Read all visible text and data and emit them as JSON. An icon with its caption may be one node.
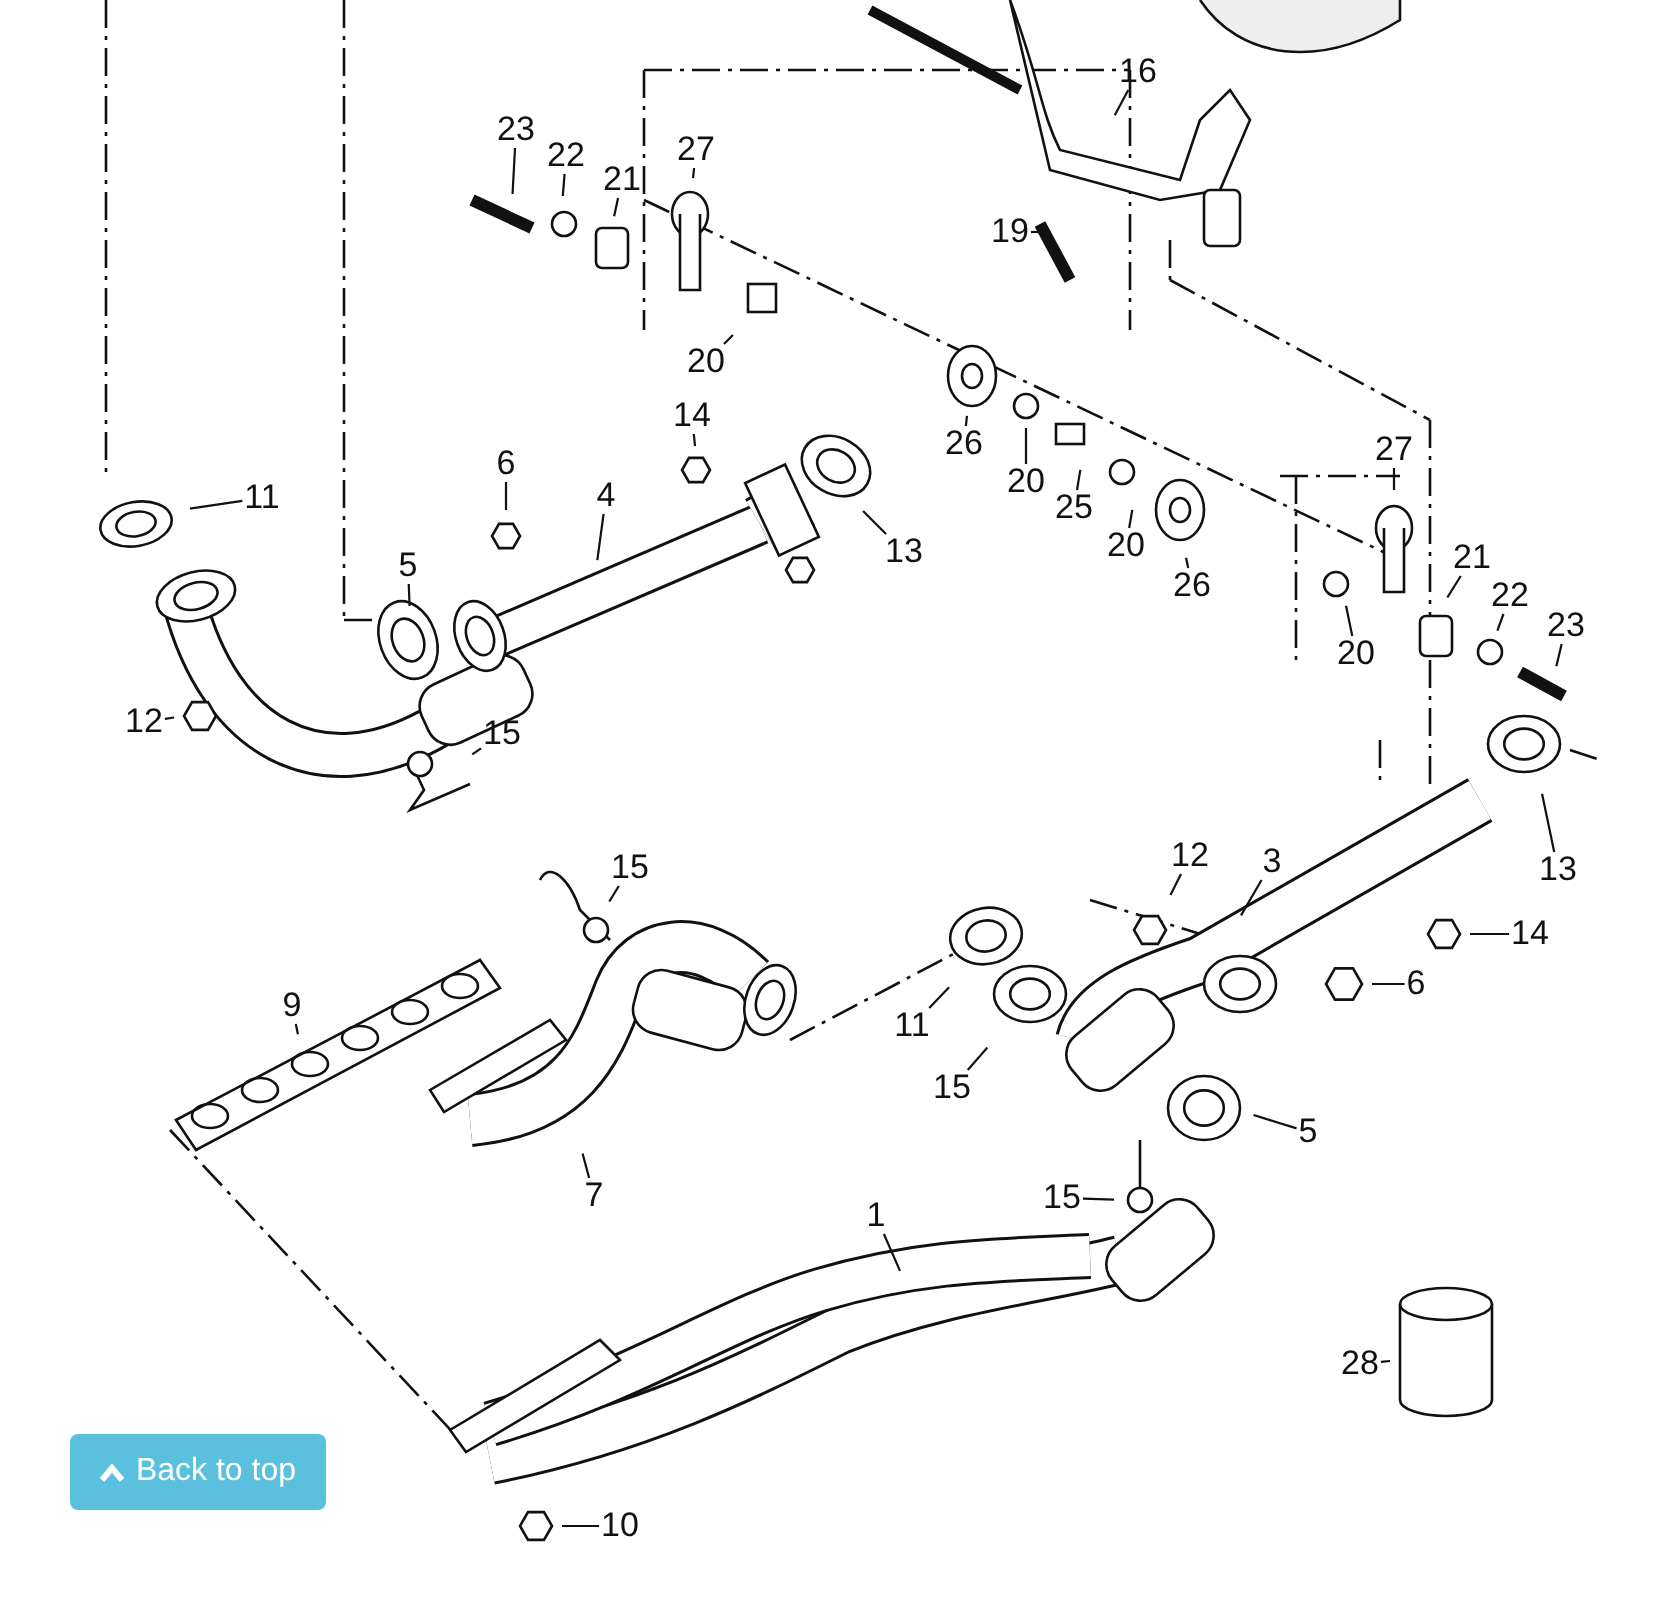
{
  "diagram": {
    "nodes": [
      {
        "text": [
          "23"
        ]
      },
      {
        "text": [
          "22"
        ]
      },
      {
        "text": [
          "21"
        ]
      },
      {
        "text": [
          "27"
        ]
      },
      {
        "text": [
          "16"
        ]
      },
      {
        "text": [
          "19"
        ]
      },
      {
        "text": [
          "20"
        ]
      },
      {
        "text": [
          "14"
        ]
      },
      {
        "text": [
          "6"
        ]
      },
      {
        "text": [
          "4"
        ]
      },
      {
        "text": [
          "5"
        ]
      },
      {
        "text": [
          "11"
        ]
      },
      {
        "text": [
          "13"
        ]
      },
      {
        "text": [
          "26"
        ]
      },
      {
        "text": [
          "20"
        ]
      },
      {
        "text": [
          "25"
        ]
      },
      {
        "text": [
          "20"
        ]
      },
      {
        "text": [
          "26"
        ]
      },
      {
        "text": [
          "27"
        ]
      },
      {
        "text": [
          "21"
        ]
      },
      {
        "text": [
          "22"
        ]
      },
      {
        "text": [
          "23"
        ]
      },
      {
        "text": [
          "20"
        ]
      },
      {
        "text": [
          "12"
        ]
      },
      {
        "text": [
          "15"
        ]
      },
      {
        "text": [
          "3"
        ]
      },
      {
        "text": [
          "13"
        ]
      },
      {
        "text": [
          "12"
        ]
      },
      {
        "text": [
          "14"
        ]
      },
      {
        "text": [
          "6"
        ]
      },
      {
        "text": [
          "11"
        ]
      },
      {
        "text": [
          "15"
        ]
      },
      {
        "text": [
          "5"
        ]
      },
      {
        "text": [
          "15"
        ]
      },
      {
        "text": [
          "9"
        ]
      },
      {
        "text": [
          "7"
        ]
      },
      {
        "text": [
          "1"
        ]
      },
      {
        "text": [
          "15"
        ]
      },
      {
        "text": [
          "28"
        ]
      },
      {
        "text": [
          "10"
        ]
      }
    ],
    "edges": [
      {
        "from": 0,
        "to": null,
        "arrow": "none"
      },
      {
        "from": 1,
        "to": null,
        "arrow": "none"
      },
      {
        "from": 2,
        "to": null,
        "arrow": "none"
      },
      {
        "from": 3,
        "to": null,
        "arrow": "none"
      },
      {
        "from": 4,
        "to": null,
        "arrow": "none"
      },
      {
        "from": 5,
        "to": null,
        "arrow": "none"
      },
      {
        "from": 6,
        "to": null,
        "arrow": "none"
      },
      {
        "from": 7,
        "to": null,
        "arrow": "none"
      },
      {
        "from": 8,
        "to": null,
        "arrow": "none"
      },
      {
        "from": 9,
        "to": null,
        "arrow": "none"
      },
      {
        "from": 10,
        "to": null,
        "arrow": "none"
      },
      {
        "from": 11,
        "to": null,
        "arrow": "none"
      },
      {
        "from": 12,
        "to": null,
        "arrow": "none"
      },
      {
        "from": 13,
        "to": null,
        "arrow": "none"
      },
      {
        "from": 14,
        "to": null,
        "arrow": "none"
      },
      {
        "from": 15,
        "to": null,
        "arrow": "none"
      },
      {
        "from": 16,
        "to": null,
        "arrow": "none"
      },
      {
        "from": 17,
        "to": null,
        "arrow": "none"
      },
      {
        "from": 18,
        "to": null,
        "arrow": "none"
      },
      {
        "from": 19,
        "to": null,
        "arrow": "none"
      },
      {
        "from": 20,
        "to": null,
        "arrow": "none"
      },
      {
        "from": 21,
        "to": null,
        "arrow": "none"
      },
      {
        "from": 22,
        "to": null,
        "arrow": "none"
      },
      {
        "from": 23,
        "to": null,
        "arrow": "none"
      },
      {
        "from": 24,
        "to": null,
        "arrow": "none"
      },
      {
        "from": 25,
        "to": null,
        "arrow": "none"
      },
      {
        "from": 26,
        "to": null,
        "arrow": "none"
      },
      {
        "from": 27,
        "to": null,
        "arrow": "none"
      },
      {
        "from": 28,
        "to": null,
        "arrow": "none"
      },
      {
        "from": 29,
        "to": null,
        "arrow": "none"
      },
      {
        "from": 30,
        "to": null,
        "arrow": "none"
      },
      {
        "from": 31,
        "to": null,
        "arrow": "none"
      },
      {
        "from": 32,
        "to": null,
        "arrow": "none"
      },
      {
        "from": 33,
        "to": null,
        "arrow": "none"
      },
      {
        "from": 34,
        "to": null,
        "arrow": "none"
      },
      {
        "from": 35,
        "to": null,
        "arrow": "none"
      },
      {
        "from": 36,
        "to": null,
        "arrow": "none"
      },
      {
        "from": 37,
        "to": null,
        "arrow": "none"
      },
      {
        "from": 38,
        "to": null,
        "arrow": "none"
      },
      {
        "from": 39,
        "to": null,
        "arrow": "none"
      }
    ],
    "labels": [
      "Back to top"
    ]
  }
}
